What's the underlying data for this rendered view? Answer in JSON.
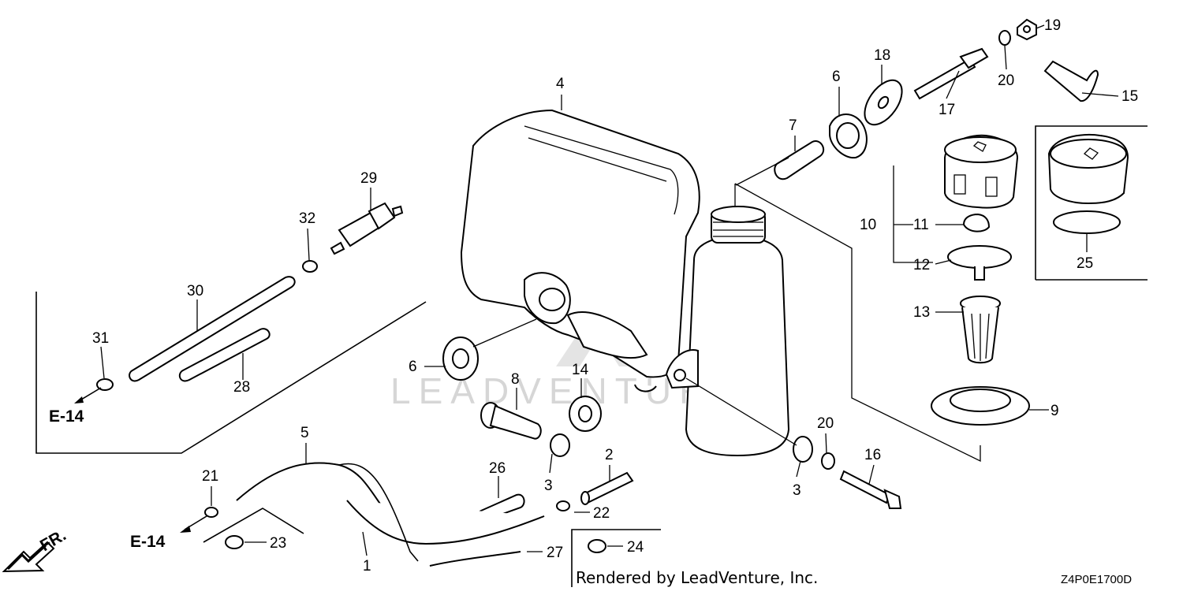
{
  "diagram": {
    "callouts": [
      "1",
      "2",
      "3",
      "3",
      "4",
      "5",
      "6",
      "6",
      "7",
      "8",
      "9",
      "10",
      "11",
      "12",
      "13",
      "14",
      "15",
      "16",
      "17",
      "18",
      "19",
      "20",
      "20",
      "21",
      "22",
      "23",
      "24",
      "25",
      "26",
      "27",
      "28",
      "29",
      "30",
      "31",
      "32"
    ],
    "refs": {
      "e14_top": "E-14",
      "e14_bottom": "E-14"
    },
    "front_marker": "FR.",
    "watermark": "LEADVENTURE",
    "footer_credit": "Rendered by LeadVenture, Inc.",
    "diagram_code": "Z4P0E1700D"
  }
}
